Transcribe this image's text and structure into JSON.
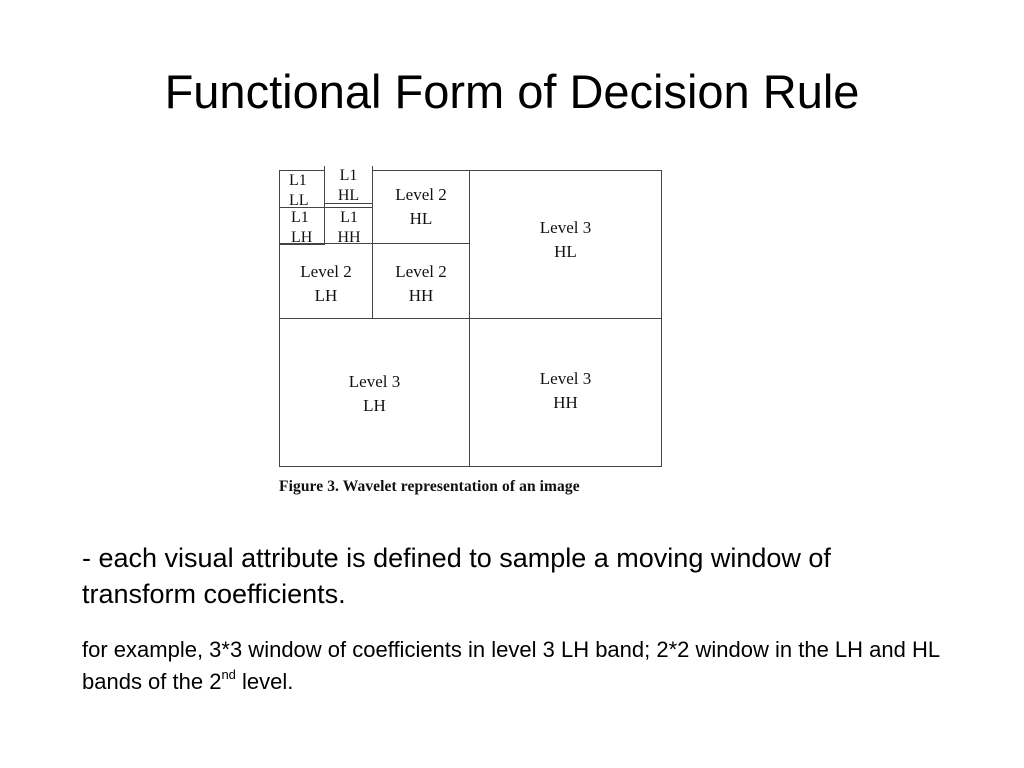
{
  "slide": {
    "title": "Functional Form of Decision Rule"
  },
  "figure": {
    "cells": {
      "l1_ll": [
        "L1",
        "LL"
      ],
      "l1_hl": [
        "L1",
        "HL"
      ],
      "l1_lh": [
        "L1",
        "LH"
      ],
      "l1_hh": [
        "L1",
        "HH"
      ],
      "l2_hl": [
        "Level 2",
        "HL"
      ],
      "l2_lh": [
        "Level 2",
        "LH"
      ],
      "l2_hh": [
        "Level 2",
        "HH"
      ],
      "l3_hl": [
        "Level 3",
        "HL"
      ],
      "l3_lh": [
        "Level 3",
        "LH"
      ],
      "l3_hh": [
        "Level 3",
        "HH"
      ]
    },
    "caption": "Figure 3.  Wavelet representation of an image"
  },
  "text": {
    "bullet1": "- each visual attribute is defined to sample a moving window of transform coefficients.",
    "bullet2_main": "for example, 3*3 window of coefficients in level 3 LH band; 2*2 window in the LH and HL bands of the 2",
    "bullet2_sup": "nd",
    "bullet2_tail": " level."
  }
}
